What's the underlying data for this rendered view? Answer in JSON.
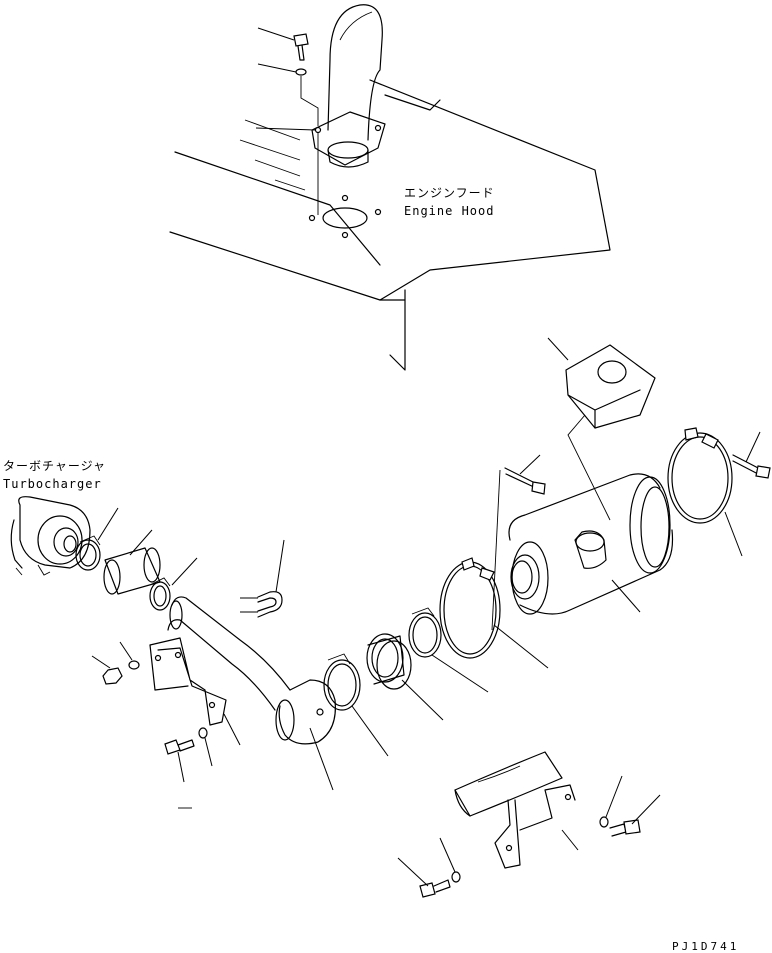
{
  "labels": {
    "engine_hood_jp": "エンジンフード",
    "engine_hood_en": "Engine Hood",
    "turbocharger_jp": "ターボチャージャ",
    "turbocharger_en": "Turbocharger",
    "drawing_number": "PJ1D741"
  }
}
